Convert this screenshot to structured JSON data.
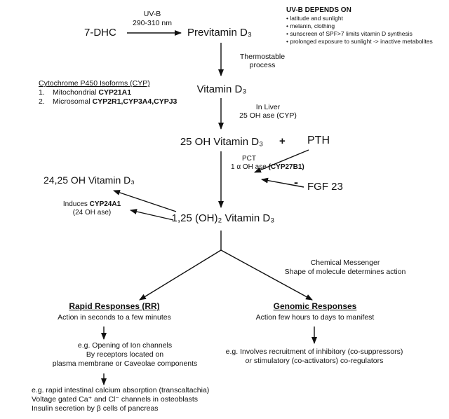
{
  "diagram": {
    "nodes": {
      "dhc": "7-DHC",
      "uvb_label_line1": "UV-B",
      "uvb_label_line2": "290-310 nm",
      "previtamin": "Previtamin D₃",
      "thermostable_line1": "Thermostable",
      "thermostable_line2": "process",
      "vitamin_d": "Vitamin D₃",
      "liver_line1": "In Liver",
      "liver_line2": "25 OH ase (CYP)",
      "oh25": "25 OH Vitamin D₃",
      "plus_sign": "+",
      "pth": "PTH",
      "pct": "PCT",
      "ohase_prefix": "1 α OH ase ",
      "ohase_bold": "(CYP27B1)",
      "minus_sign": "-",
      "fgf23": "FGF 23",
      "oh2425": "24,25 OH Vitamin D₃",
      "induces_prefix": "Induces ",
      "induces_bold": "CYP24A1",
      "induces_line2": "(24 OH ase)",
      "oh125": "1,25 (OH)₂ Vitamin D₃",
      "messenger_line1": "Chemical Messenger",
      "messenger_line2": "Shape of molecule determines action"
    },
    "cyp_isoforms": {
      "heading": "Cytochrome P450 Isoforms (CYP)",
      "item1_num": "1.",
      "item1_text": "Mitochondrial ",
      "item1_bold": "CYP21A1",
      "item2_num": "2.",
      "item2_text": "Microsomal ",
      "item2_bold": "CYP2R1,CYP3A4,CYPJ3"
    },
    "uvb_depends": {
      "heading": "UV-B DEPENDS ON",
      "items": [
        "latitude and sunlight",
        "melanin, clothing",
        "sunscreen of  SPF>7 limits vitamin D synthesis",
        "prolonged exposure to sunlight -> inactive metabolites"
      ]
    },
    "rapid": {
      "heading": "Rapid Responses (RR)",
      "subheading": "Action in seconds to a few minutes",
      "block1": [
        "e.g. Opening of Ion channels",
        "By receptors located on",
        "plasma membrane or Caveolae components"
      ],
      "block2": [
        "e.g. rapid intestinal calcium absorption (transcaltachia)",
        "Voltage gated Ca⁺ and Cl⁻ channels in osteoblasts",
        "Insulin secretion by  β cells of pancreas"
      ]
    },
    "genomic": {
      "heading": "Genomic Responses",
      "subheading": "Action few hours to days to manifest",
      "line1": "e.g. Involves recruitment of inhibitory (co-suppressors)",
      "line2_italic": "or",
      "line2_rest": " stimulatory (co-activators) co-regulators"
    }
  }
}
